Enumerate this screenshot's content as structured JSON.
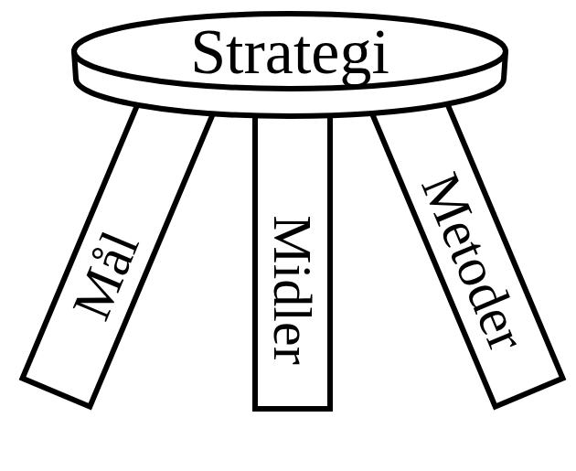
{
  "diagram": {
    "nodes": [
      {
        "text": [
          "Strategi"
        ]
      },
      {
        "text": [
          "Mål"
        ]
      },
      {
        "text": [
          "Midler"
        ]
      },
      {
        "text": [
          "Metoder"
        ]
      }
    ]
  }
}
